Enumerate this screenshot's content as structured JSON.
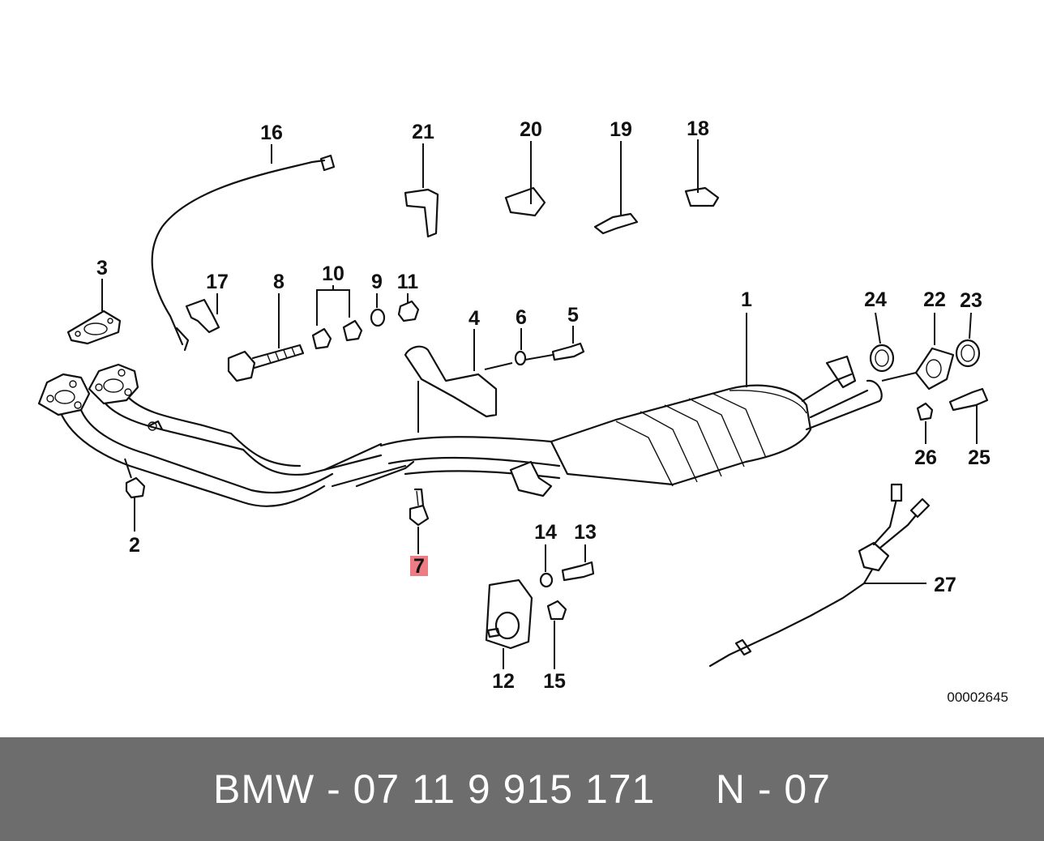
{
  "diagram": {
    "reference_code": "00002645",
    "highlight_color": "#e8505b",
    "callouts": {
      "c1": "1",
      "c2": "2",
      "c3": "3",
      "c4": "4",
      "c5": "5",
      "c6": "6",
      "c7": "7",
      "c8": "8",
      "c9": "9",
      "c10": "10",
      "c11": "11",
      "c12": "12",
      "c13": "13",
      "c14": "14",
      "c15": "15",
      "c16": "16",
      "c17": "17",
      "c18": "18",
      "c19": "19",
      "c20": "20",
      "c21": "21",
      "c22": "22",
      "c23": "23",
      "c24": "24",
      "c25": "25",
      "c26": "26",
      "c27": "27"
    },
    "highlighted_callout": "7"
  },
  "footer": {
    "label": "BMW - 07 11 9 915 171     N - 07",
    "background": "#6d6d6d",
    "text_color": "#ffffff"
  }
}
